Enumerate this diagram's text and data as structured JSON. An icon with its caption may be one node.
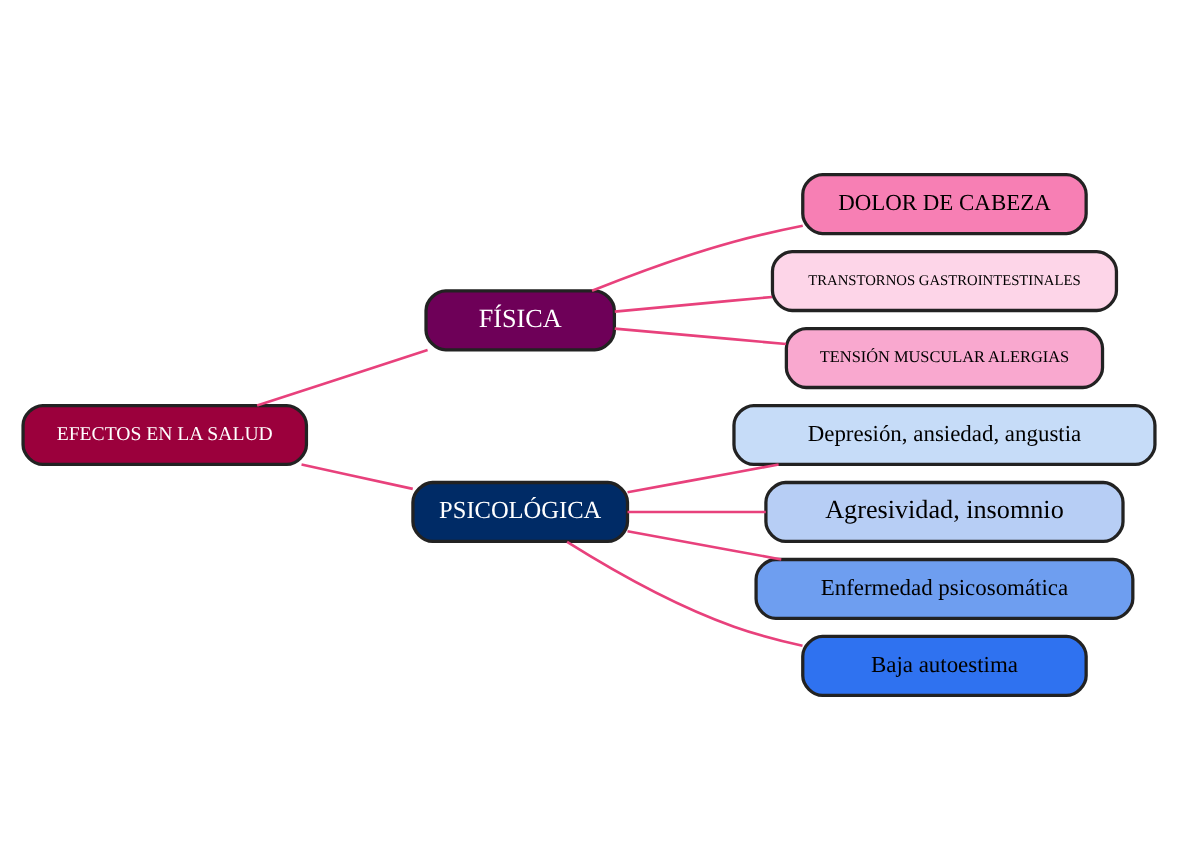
{
  "diagram": {
    "nodes": [
      {
        "text": [
          "EFECTOS EN LA SALUD"
        ]
      },
      {
        "text": [
          "FÍSICA"
        ]
      },
      {
        "text": [
          "DOLOR DE CABEZA"
        ]
      },
      {
        "text": [
          "TRANSTORNOS GASTROINTESTINALES"
        ]
      },
      {
        "text": [
          "TENSIÓN MUSCULAR ALERGIAS"
        ]
      },
      {
        "text": [
          "PSICOLÓGICA"
        ]
      },
      {
        "text": [
          "Depresión, ansiedad, angustia"
        ]
      },
      {
        "text": [
          "Agresividad, insomnio"
        ]
      },
      {
        "text": [
          "Enfermedad psicosomática"
        ]
      },
      {
        "text": [
          "Baja autoestima"
        ]
      }
    ],
    "edges": [
      {
        "from": 0,
        "to": 1,
        "arrow": "none"
      },
      {
        "from": 0,
        "to": 5,
        "arrow": "none"
      },
      {
        "from": 1,
        "to": 2,
        "arrow": "none"
      },
      {
        "from": 1,
        "to": 3,
        "arrow": "none"
      },
      {
        "from": 1,
        "to": 4,
        "arrow": "none"
      },
      {
        "from": 5,
        "to": 6,
        "arrow": "none"
      },
      {
        "from": 5,
        "to": 7,
        "arrow": "none"
      },
      {
        "from": 5,
        "to": 8,
        "arrow": "none"
      },
      {
        "from": 5,
        "to": 9,
        "arrow": "none"
      }
    ]
  }
}
